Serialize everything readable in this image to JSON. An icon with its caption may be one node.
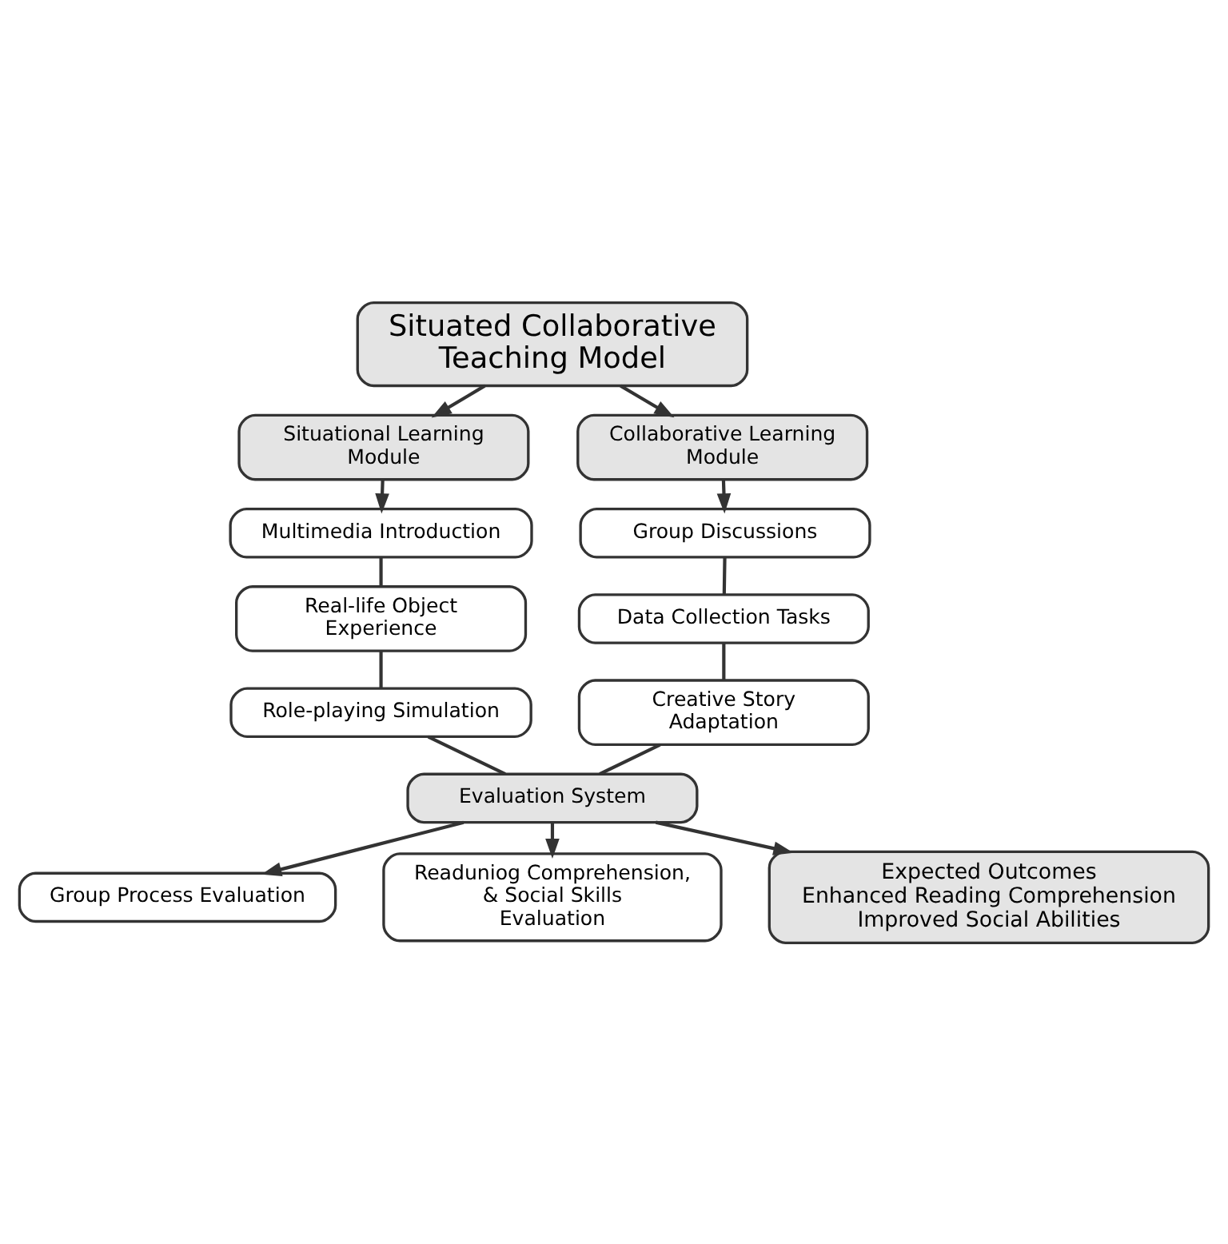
{
  "diagram": {
    "nodes": [
      {
        "text": [
          "Situated Collaborative Teaching Model"
        ]
      },
      {
        "text": [
          "Situational Learning Module"
        ]
      },
      {
        "text": [
          "Collaborative Learning Module"
        ]
      },
      {
        "text": [
          "Multimedia Introduction"
        ]
      },
      {
        "text": [
          "Real-life Object Experience"
        ]
      },
      {
        "text": [
          "Role-playing Simulation"
        ]
      },
      {
        "text": [
          "Group Discussions"
        ]
      },
      {
        "text": [
          "Data Collection Tasks"
        ]
      },
      {
        "text": [
          "Creative Story Adaptation"
        ]
      },
      {
        "text": [
          "Evaluation System"
        ]
      },
      {
        "text": [
          "Group Process Evaluation"
        ]
      },
      {
        "text": [
          "Readuniog Comprehension, & Social Skills Evaluation"
        ]
      },
      {
        "text": [
          "Expected Outcomes",
          "Enhanced Reading Comprehension Improved Social Abilities"
        ]
      }
    ],
    "edges": [
      {
        "from": 0,
        "to": 1,
        "arrow": "to"
      },
      {
        "from": 0,
        "to": 2,
        "arrow": "to"
      },
      {
        "from": 1,
        "to": 3,
        "arrow": "to"
      },
      {
        "from": 3,
        "to": 4,
        "arrow": "none"
      },
      {
        "from": 4,
        "to": 5,
        "arrow": "none"
      },
      {
        "from": 5,
        "to": 9,
        "arrow": "none"
      },
      {
        "from": 2,
        "to": 6,
        "arrow": "to"
      },
      {
        "from": 6,
        "to": 7,
        "arrow": "none"
      },
      {
        "from": 7,
        "to": 8,
        "arrow": "none"
      },
      {
        "from": 8,
        "to": 9,
        "arrow": "none"
      },
      {
        "from": 9,
        "to": 10,
        "arrow": "to"
      },
      {
        "from": 9,
        "to": 12,
        "arrow": "to"
      },
      {
        "from": 9,
        "to": 11,
        "arrow": "to"
      }
    ]
  }
}
